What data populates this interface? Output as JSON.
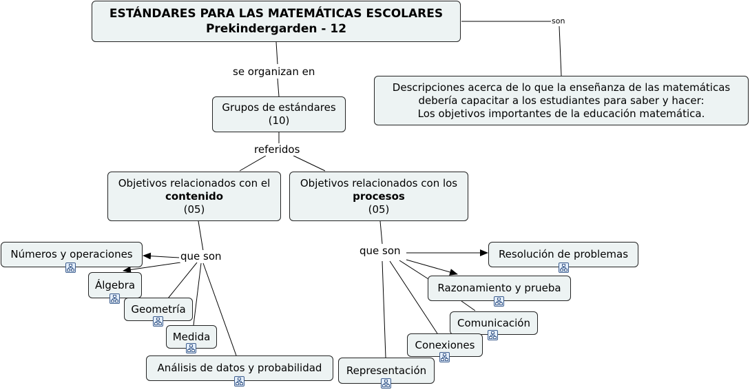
{
  "root": {
    "title_line1": "ESTÁNDARES PARA LAS MATEMÁTICAS ESCOLARES",
    "title_line2": "Prekindergarden - 12"
  },
  "links": {
    "son": "son",
    "se_organizan_en": "se organizan en",
    "referidos": "referidos",
    "que_son_contenido": "que son",
    "que_son_procesos": "que son"
  },
  "description": {
    "line1": "Descripciones acerca de  lo que la enseñanza de las matemáticas",
    "line2": "debería capacitar a los estudiantes para saber y hacer:",
    "line3": "Los objetivos importantes de la educación matemática."
  },
  "groups": {
    "line1": "Grupos de estándares",
    "line2": "(10)"
  },
  "contenido": {
    "line1": "Objetivos relacionados con el",
    "line2": "contenido",
    "line3": "(05)",
    "items": [
      "Números y operaciones",
      "Álgebra",
      "Geometría",
      "Medida",
      "Análisis de datos y probabilidad"
    ]
  },
  "procesos": {
    "line1": "Objetivos relacionados con los",
    "line2": "procesos",
    "line3": "(05)",
    "items": [
      "Resolución de problemas",
      "Razonamiento y prueba",
      "Comunicación",
      "Conexiones",
      "Representación"
    ]
  },
  "icons": {
    "submap": "submap-link-icon",
    "arrow": "arrowhead-icon"
  }
}
